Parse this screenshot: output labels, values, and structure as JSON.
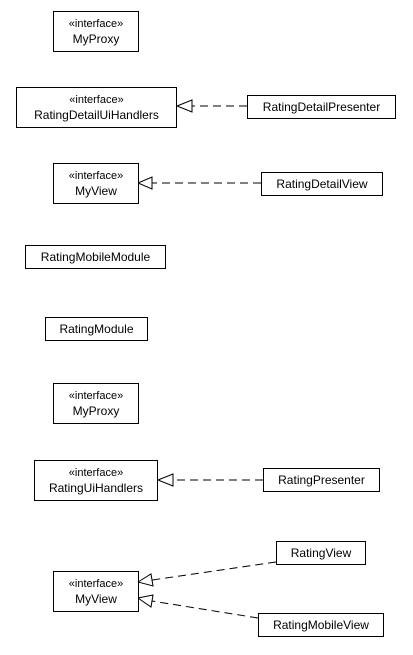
{
  "diagram": {
    "nodes": [
      {
        "id": "myproxy1",
        "stereotype": "«interface»",
        "name": "MyProxy"
      },
      {
        "id": "ratingdetailuihandlers",
        "stereotype": "«interface»",
        "name": "RatingDetailUiHandlers"
      },
      {
        "id": "ratingdetailpresenter",
        "stereotype": "",
        "name": "RatingDetailPresenter"
      },
      {
        "id": "myview1",
        "stereotype": "«interface»",
        "name": "MyView"
      },
      {
        "id": "ratingdetailview",
        "stereotype": "",
        "name": "RatingDetailView"
      },
      {
        "id": "ratingmobilemodule",
        "stereotype": "",
        "name": "RatingMobileModule"
      },
      {
        "id": "ratingmodule",
        "stereotype": "",
        "name": "RatingModule"
      },
      {
        "id": "myproxy2",
        "stereotype": "«interface»",
        "name": "MyProxy"
      },
      {
        "id": "ratinguihandlers",
        "stereotype": "«interface»",
        "name": "RatingUiHandlers"
      },
      {
        "id": "ratingpresenter",
        "stereotype": "",
        "name": "RatingPresenter"
      },
      {
        "id": "ratingview",
        "stereotype": "",
        "name": "RatingView"
      },
      {
        "id": "myview2",
        "stereotype": "«interface»",
        "name": "MyView"
      },
      {
        "id": "ratingmobileview",
        "stereotype": "",
        "name": "RatingMobileView"
      }
    ],
    "edges": [
      {
        "from": "ratingdetailpresenter",
        "to": "ratingdetailuihandlers",
        "kind": "realization"
      },
      {
        "from": "ratingdetailview",
        "to": "myview1",
        "kind": "realization"
      },
      {
        "from": "ratingpresenter",
        "to": "ratinguihandlers",
        "kind": "realization"
      },
      {
        "from": "ratingview",
        "to": "myview2",
        "kind": "realization"
      },
      {
        "from": "ratingmobileview",
        "to": "myview2",
        "kind": "realization"
      }
    ]
  }
}
